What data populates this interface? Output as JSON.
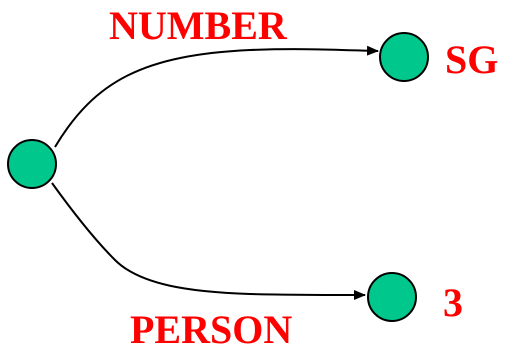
{
  "diagram": {
    "edges": [
      {
        "label": "NUMBER",
        "target_value": "SG"
      },
      {
        "label": "PERSON",
        "target_value": "3"
      }
    ],
    "colors": {
      "node_fill": "#00c88c",
      "node_stroke": "#000000",
      "edge": "#000000",
      "label": "#ff0000"
    }
  }
}
